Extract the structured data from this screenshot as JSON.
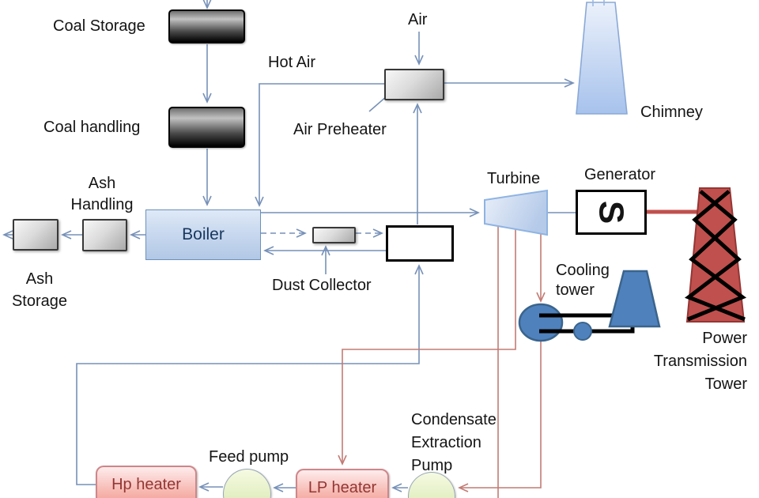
{
  "meta": {
    "diagram_type": "process-flow-diagram",
    "subject": "Coal-fired thermal power plant layout"
  },
  "labels": {
    "coal_storage": "Coal Storage",
    "coal_handling": "Coal handling",
    "hot_air": "Hot Air",
    "air": "Air",
    "air_preheater": "Air Preheater",
    "chimney": "Chimney",
    "ash_handling": "Ash\nHandling",
    "ash_storage": "Ash\nStorage",
    "boiler": "Boiler",
    "dust_collector": "Dust Collector",
    "turbine": "Turbine",
    "generator": "Generator",
    "generator_symbol": "S",
    "cooling_tower": "Cooling\ntower",
    "power_transmission_tower": "Power\nTransmission\nTower",
    "condensate_extraction_pump": "Condensate\nExtraction\nPump",
    "feed_pump": "Feed pump",
    "hp_heater": "Hp heater",
    "lp_heater": "LP heater"
  },
  "colors": {
    "flow_line_blue": "#7691b8",
    "steam_extraction_red": "#c27b74",
    "power_line_red": "#c0504d",
    "equipment_blue": "#4f81bd",
    "transmission_tower_red": "#c0504d",
    "heater_pink": "#f7bcb5",
    "pump_green": "#e3efc3",
    "boiler_blue": "#c9d9ef"
  }
}
